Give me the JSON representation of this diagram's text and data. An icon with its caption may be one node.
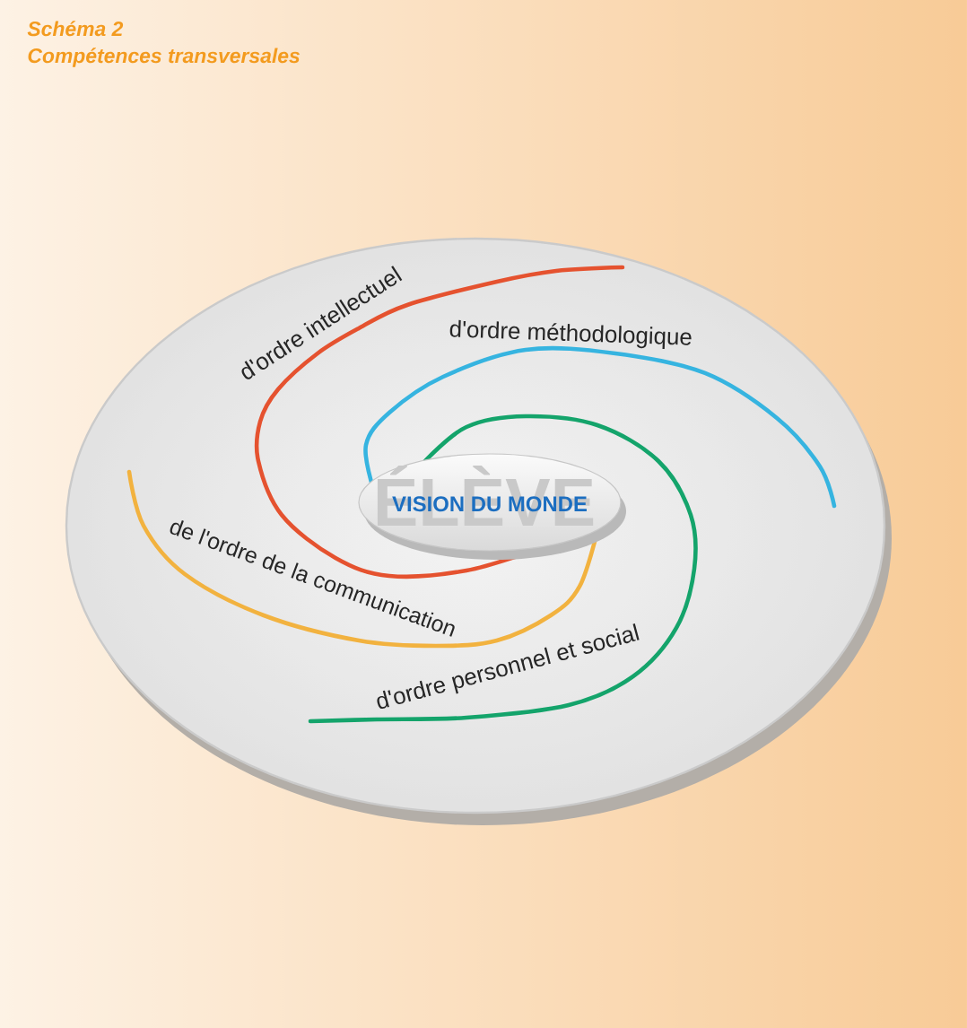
{
  "diagram": {
    "title": "Compétences transversales",
    "nodes": [
      {
        "text": [],
        "shape": "ellipse"
      },
      {
        "text": [
          "ÉLÈVE",
          "VISION DU MONDE"
        ],
        "in": 0
      }
    ],
    "labels": [
      "Schéma 2",
      "d'ordre intellectuel",
      "d'ordre méthodologique",
      "de l'ordre de la communication",
      "d'ordre personnel et social"
    ]
  }
}
